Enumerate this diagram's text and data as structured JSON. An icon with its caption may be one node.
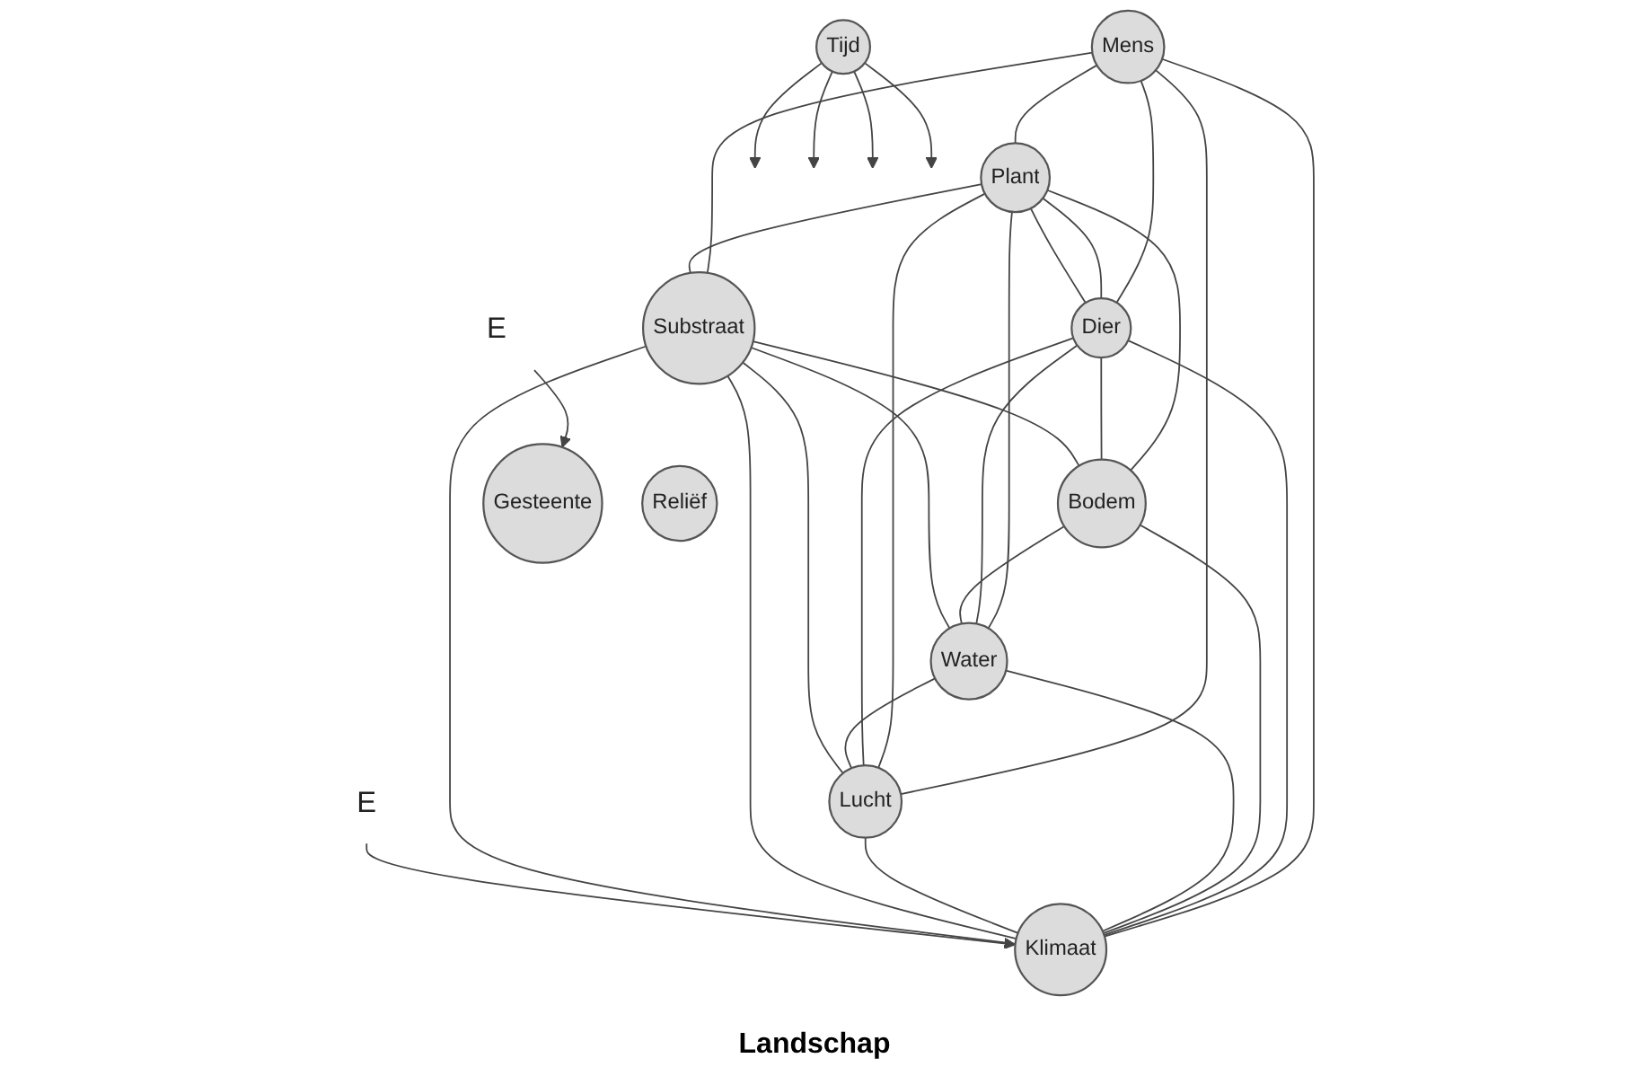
{
  "diagram": {
    "nodes": [
      {
        "text": [
          "Tijd"
        ]
      },
      {
        "text": [
          "Mens"
        ]
      },
      {
        "text": [
          "Plant"
        ]
      },
      {
        "text": [
          "Dier"
        ]
      },
      {
        "text": [
          "Bodem"
        ]
      },
      {
        "text": [
          "Water"
        ]
      },
      {
        "text": [
          "Lucht"
        ]
      },
      {
        "text": [
          "Substraat"
        ]
      },
      {
        "text": [
          "Gesteente"
        ]
      },
      {
        "text": [
          "Reliëf"
        ]
      },
      {
        "text": [
          "Klimaat"
        ]
      },
      {
        "text": [
          "E"
        ]
      },
      {
        "text": [
          "E"
        ]
      }
    ],
    "edges": [
      {
        "from": 0,
        "to": null,
        "arrow": "to"
      },
      {
        "from": 0,
        "to": null,
        "arrow": "to"
      },
      {
        "from": 0,
        "to": null,
        "arrow": "to"
      },
      {
        "from": 0,
        "to": null,
        "arrow": "to"
      },
      {
        "from": 1,
        "to": 2,
        "arrow": "none"
      },
      {
        "from": 1,
        "to": 3,
        "arrow": "none"
      },
      {
        "from": 2,
        "to": 3,
        "arrow": "none"
      },
      {
        "from": 1,
        "to": 7,
        "arrow": "none"
      },
      {
        "from": 1,
        "to": 10,
        "arrow": "none"
      },
      {
        "from": 1,
        "to": 6,
        "arrow": "none"
      },
      {
        "from": 2,
        "to": 7,
        "arrow": "none"
      },
      {
        "from": 3,
        "to": 10,
        "arrow": "none"
      },
      {
        "from": 2,
        "to": 4,
        "arrow": "none"
      },
      {
        "from": 2,
        "to": 5,
        "arrow": "none"
      },
      {
        "from": 2,
        "to": 6,
        "arrow": "none"
      },
      {
        "from": 3,
        "to": 4,
        "arrow": "none"
      },
      {
        "from": 3,
        "to": 5,
        "arrow": "none"
      },
      {
        "from": 3,
        "to": 6,
        "arrow": "none"
      },
      {
        "from": 2,
        "to": 3,
        "arrow": "none"
      },
      {
        "from": 4,
        "to": 5,
        "arrow": "none"
      },
      {
        "from": 5,
        "to": 6,
        "arrow": "none"
      },
      {
        "from": 7,
        "to": 4,
        "arrow": "none"
      },
      {
        "from": 7,
        "to": 5,
        "arrow": "none"
      },
      {
        "from": 7,
        "to": 6,
        "arrow": "none"
      },
      {
        "from": 4,
        "to": 10,
        "arrow": "none"
      },
      {
        "from": 5,
        "to": 10,
        "arrow": "none"
      },
      {
        "from": 6,
        "to": 10,
        "arrow": "none"
      },
      {
        "from": 7,
        "to": 10,
        "arrow": "none"
      },
      {
        "from": 7,
        "to": 10,
        "arrow": "none"
      },
      {
        "from": 11,
        "to": 8,
        "arrow": "to"
      },
      {
        "from": 12,
        "to": 10,
        "arrow": "to"
      }
    ],
    "labels": [
      "Landschap"
    ]
  }
}
